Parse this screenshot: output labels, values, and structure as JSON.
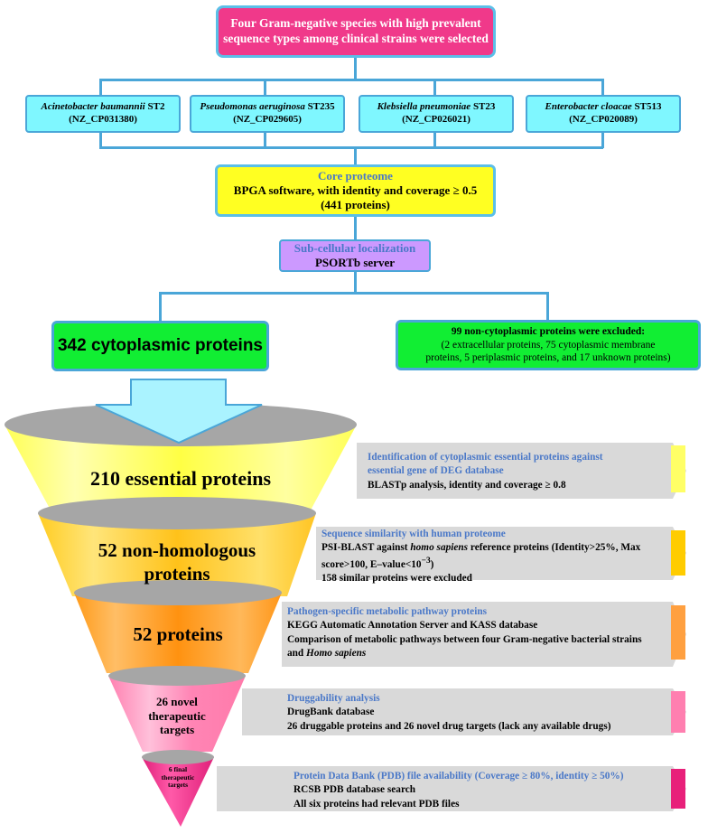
{
  "top": {
    "line1": "Four Gram-negative species with high prevalent",
    "line2": "sequence types among clinical strains were selected"
  },
  "species": [
    {
      "name": "Acinetobacter baumannii",
      "st": " ST2",
      "acc": "(NZ_CP031380)"
    },
    {
      "name": "Pseudomonas aeruginosa",
      "st": " ST235",
      "acc": "(NZ_CP029605)"
    },
    {
      "name": "Klebsiella pneumoniae",
      "st": " ST23",
      "acc": "(NZ_CP026021)"
    },
    {
      "name": "Enterobacter cloacae",
      "st": " ST513",
      "acc": "(NZ_CP020089)"
    }
  ],
  "core": {
    "title": "Core proteome",
    "line1": "BPGA software, with identity and coverage ≥ 0.5",
    "line2": "(441 proteins)"
  },
  "localization": {
    "title": "Sub-cellular localization",
    "line1": "PSORTb server"
  },
  "cytoplasmic": "342 cytoplasmic proteins",
  "noncyto": {
    "title": "99 non-cytoplasmic proteins were excluded:",
    "line1": "(2 extracellular proteins, 75 cytoplasmic membrane",
    "line2": "proteins, 5 periplasmic proteins, and 17 unknown proteins)"
  },
  "funnel": [
    {
      "label1": "210 essential proteins",
      "label2": ""
    },
    {
      "label1": "52 non-homologous",
      "label2": "proteins"
    },
    {
      "label1": "52 proteins",
      "label2": ""
    },
    {
      "label1": "26 novel",
      "label2": "therapeutic",
      "label3": "targets"
    },
    {
      "label1": "6 final",
      "label2": "therapeutic",
      "label3": "targets"
    }
  ],
  "panels": [
    {
      "heading1": "Identification of cytoplasmic essential proteins against",
      "heading2": "essential gene of DEG database",
      "line1": "BLASTp analysis, identity and coverage ≥ 0.8"
    },
    {
      "heading1": "Sequence similarity with human proteome",
      "line1a": "PSI-BLAST against ",
      "line1b": "homo sapiens",
      "line1c": " reference proteins (Identity>25%, Max",
      "line2": "score>100, E–value<10",
      "line2sup": "−3",
      "line2end": ")",
      "line3": "158 similar proteins were excluded"
    },
    {
      "heading1": "Pathogen-specific metabolic pathway proteins",
      "line1": "KEGG Automatic Annotation Server  and KASS database",
      "line2": "Comparison of  metabolic pathways between four Gram-negative bacterial strains",
      "line3a": "and ",
      "line3b": "Homo sapiens"
    },
    {
      "heading1": "Druggability analysis",
      "line1": "DrugBank database",
      "line2": "26 druggable proteins and 26 novel drug targets (lack any available drugs)"
    },
    {
      "heading1": "Protein Data Bank (PDB) file availability (Coverage ≥ 80%, identity ≥ 50%)",
      "line1": "RCSB PDB database search",
      "line2": "All six proteins had relevant PDB files"
    }
  ],
  "colors": {
    "top_fill": "#f0398a",
    "species_fill": "#7ff7ff",
    "core_fill": "#ffff22",
    "loc_fill": "#cc99ff",
    "green_fill": "#11ee33",
    "connector": "#4aa6d8",
    "heading_blue": "#4a78c8"
  }
}
